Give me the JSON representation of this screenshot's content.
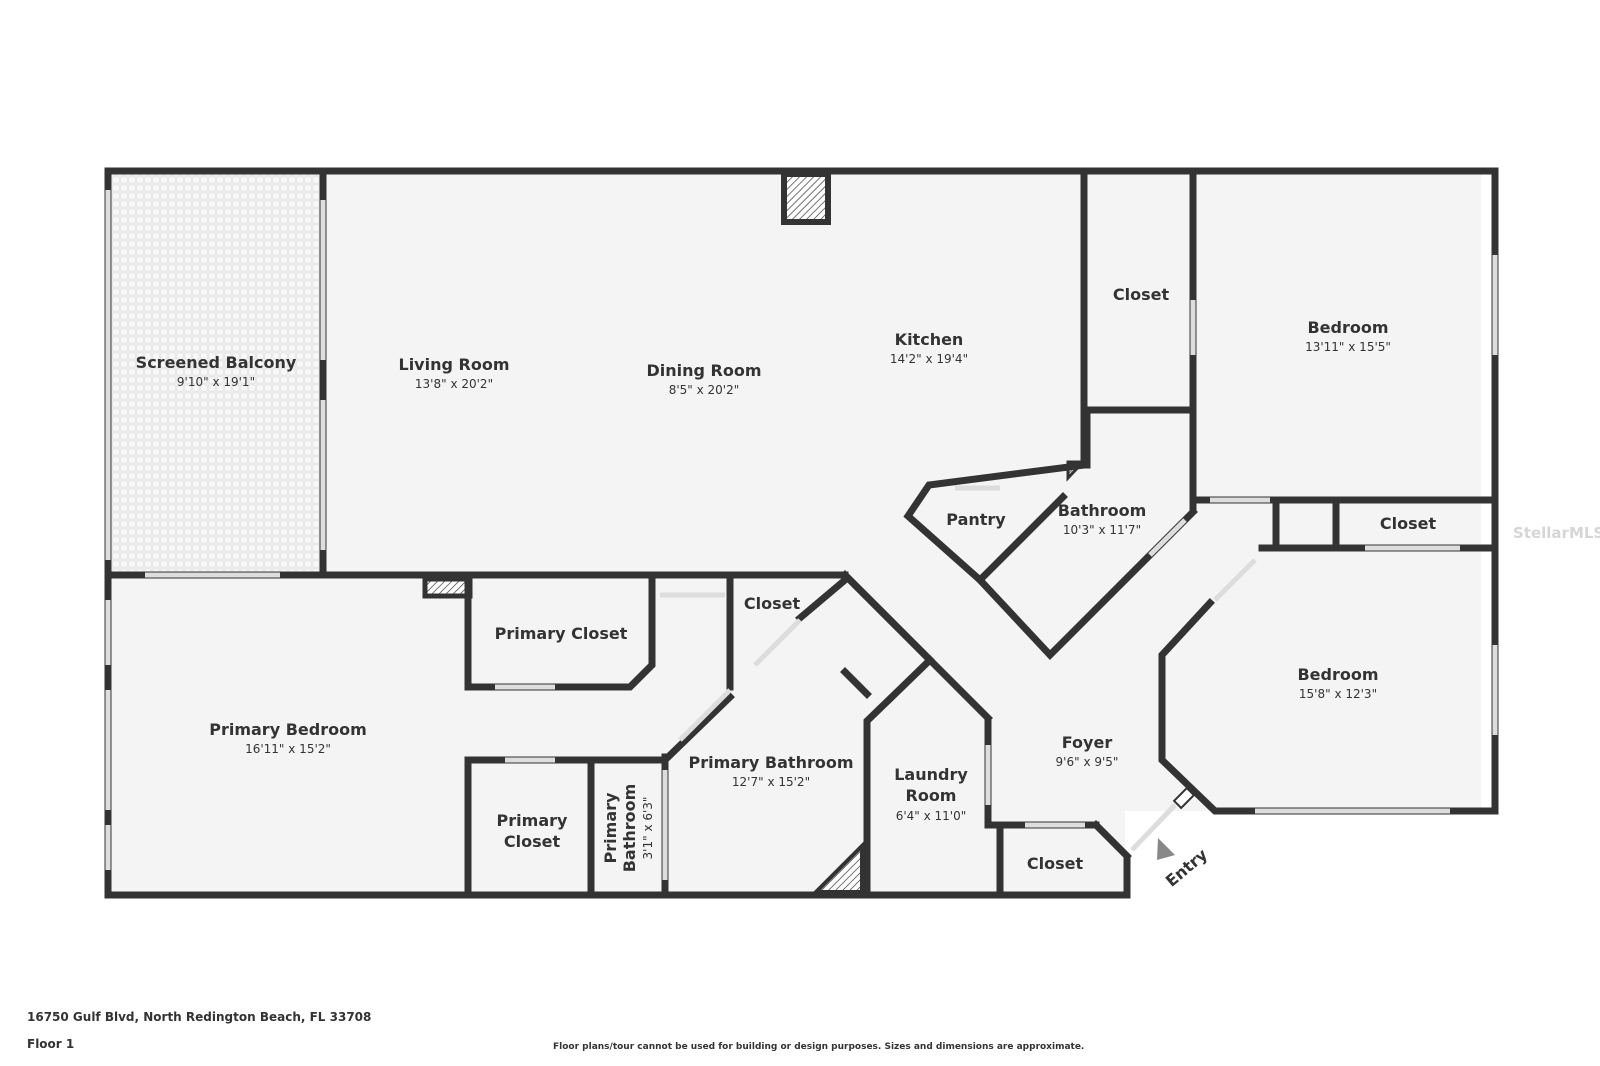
{
  "rooms": {
    "screened_balcony": {
      "name": "Screened Balcony",
      "dim": "9'10\" x 19'1\""
    },
    "living_room": {
      "name": "Living Room",
      "dim": "13'8\" x 20'2\""
    },
    "dining_room": {
      "name": "Dining Room",
      "dim": "8'5\" x 20'2\""
    },
    "kitchen": {
      "name": "Kitchen",
      "dim": "14'2\" x 19'4\""
    },
    "closet_top": {
      "name": "Closet"
    },
    "bedroom_ne": {
      "name": "Bedroom",
      "dim": "13'11\" x 15'5\""
    },
    "pantry": {
      "name": "Pantry"
    },
    "bathroom": {
      "name": "Bathroom",
      "dim": "10'3\" x 11'7\""
    },
    "closet_right": {
      "name": "Closet"
    },
    "primary_closet_upper": {
      "name": "Primary Closet"
    },
    "closet_mid": {
      "name": "Closet"
    },
    "bedroom_se": {
      "name": "Bedroom",
      "dim": "15'8\" x 12'3\""
    },
    "primary_bedroom": {
      "name": "Primary Bedroom",
      "dim": "16'11\" x 15'2\""
    },
    "primary_bathroom": {
      "name": "Primary Bathroom",
      "dim": "12'7\" x 15'2\""
    },
    "foyer": {
      "name": "Foyer",
      "dim": "9'6\" x 9'5\""
    },
    "laundry_room": {
      "name_line1": "Laundry",
      "name_line2": "Room",
      "dim": "6'4\" x 11'0\""
    },
    "primary_closet_lower": {
      "name_line1": "Primary",
      "name_line2": "Closet"
    },
    "primary_bathroom_small": {
      "name_line1": "Primary",
      "name_line2": "Bathroom",
      "dim": "3'1\" x 6'3\""
    },
    "closet_bottom": {
      "name": "Closet"
    }
  },
  "entry_label": "Entry",
  "address": "16750 Gulf Blvd, North Redington Beach, FL 33708",
  "floor": "Floor 1",
  "disclaimer": "Floor plans/tour cannot be used for building or design purposes. Sizes and dimensions are approximate.",
  "watermark": "StellarMLS",
  "colors": {
    "wall": "#333333",
    "floor": "#f4f4f4",
    "window": "#dddddd",
    "patio": "#ececec"
  }
}
